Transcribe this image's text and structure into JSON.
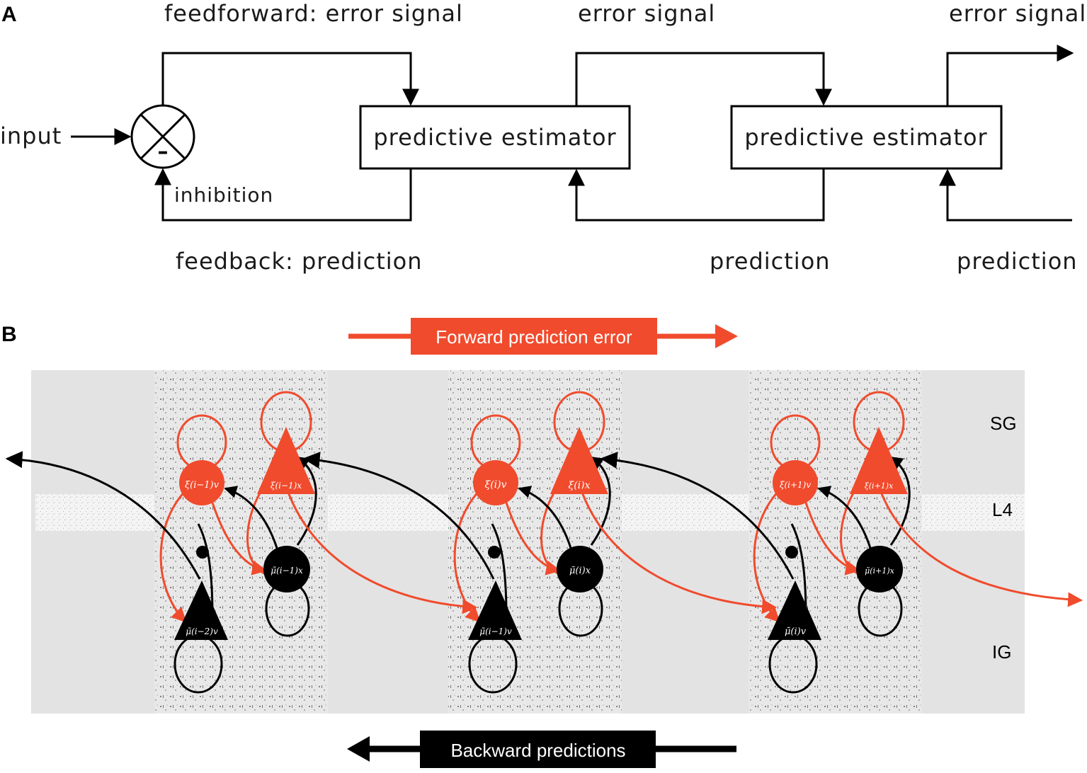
{
  "panel_a": {
    "letter": "A",
    "input_label": "input",
    "inhibition_label": "inhibition",
    "feedforward_label": "feedforward: error signal",
    "feedback_label": "feedback: prediction",
    "error_signal_2": "error signal",
    "error_signal_3": "error signal",
    "prediction_2": "prediction",
    "prediction_3": "prediction",
    "estimator_1": "predictive estimator",
    "estimator_2": "predictive estimator",
    "minus_sign": "–"
  },
  "panel_b": {
    "letter": "B",
    "forward_banner": "Forward prediction error",
    "backward_banner": "Backward predictions",
    "layers": {
      "sg": "SG",
      "l4": "L4",
      "ig": "IG"
    },
    "columns": [
      {
        "xi_v": "ξ(i−1)v",
        "xi_x": "ξ(i−1)x",
        "mu_x": "μ̃(i−1)x",
        "mu_v": "μ̃(i−2)v"
      },
      {
        "xi_v": "ξ(i)v",
        "xi_x": "ξ(i)x",
        "mu_x": "μ̃(i)x",
        "mu_v": "μ̃(i−1)v"
      },
      {
        "xi_v": "ξ(i+1)v",
        "xi_x": "ξ(i+1)x",
        "mu_x": "μ̃(i+1)x",
        "mu_v": "μ̃(i)v"
      }
    ]
  },
  "colors": {
    "error_red": "#f04b2d",
    "prediction_black": "#000000",
    "panel_gray": "#e3e3e3"
  }
}
